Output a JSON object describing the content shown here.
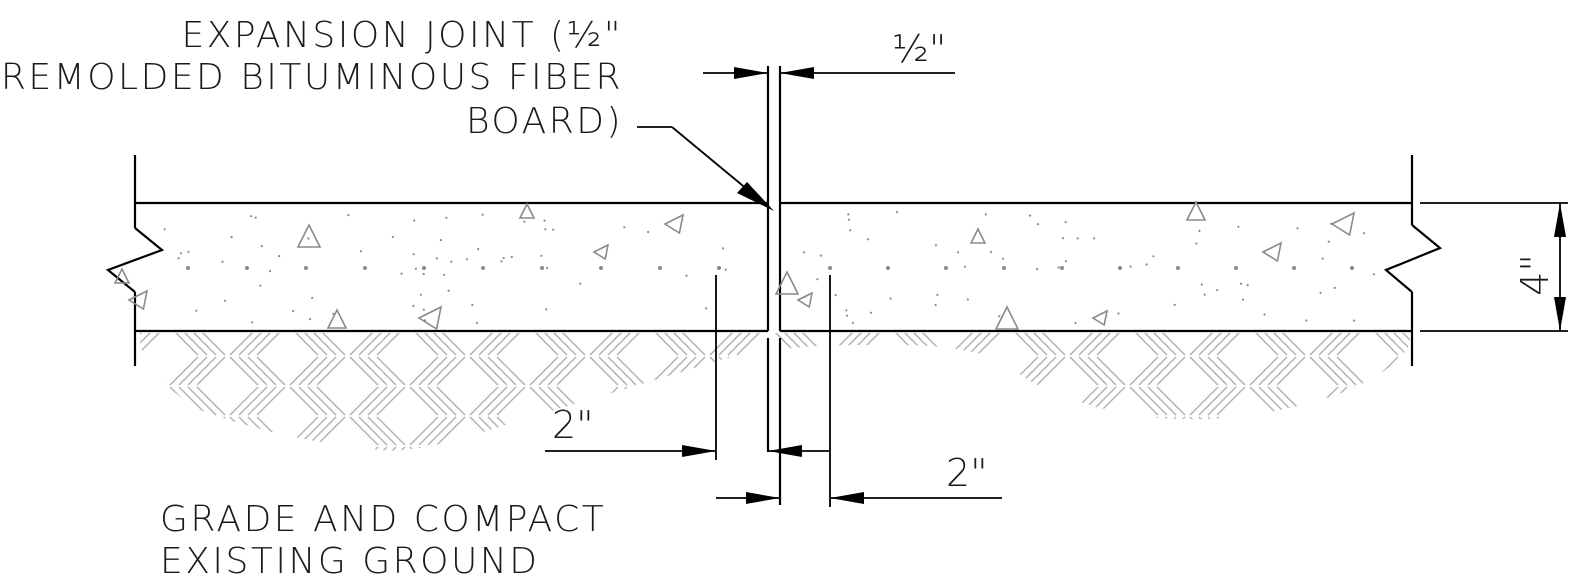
{
  "labels": {
    "expansion_joint": [
      "EXPANSION JOINT (½\"",
      "PREMOLDED BITUMINOUS FIBER",
      "BOARD)"
    ],
    "grade": [
      "GRADE AND COMPACT",
      "EXISTING GROUND"
    ]
  },
  "dimensions": {
    "joint_width": "½\"",
    "slab_thickness": "4\"",
    "offset_left": "2\"",
    "offset_right": "2\""
  },
  "colors": {
    "linework": "#000000",
    "aggregate": "#8a8a8a",
    "soil_hatch": "#b3b3b3"
  }
}
